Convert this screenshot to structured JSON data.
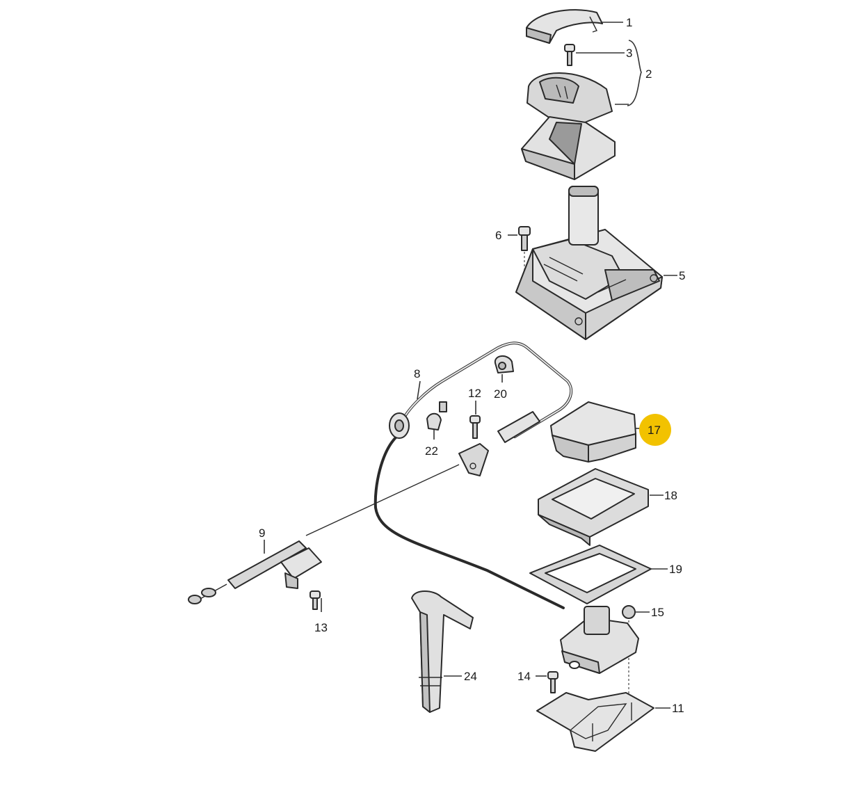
{
  "labels": {
    "l1": "1",
    "l2": "2",
    "l3": "3",
    "l5": "5",
    "l6": "6",
    "l8": "8",
    "l9": "9",
    "l11": "11",
    "l12": "12",
    "l13": "13",
    "l14": "14",
    "l15": "15",
    "l17": "17",
    "l18": "18",
    "l19": "19",
    "l20": "20",
    "l22": "22",
    "l24": "24"
  },
  "colors": {
    "highlight": "#f2c200",
    "line": "#2a2a2a",
    "part_fill": "#e6e6e6",
    "part_shade": "#bdbdbd"
  }
}
